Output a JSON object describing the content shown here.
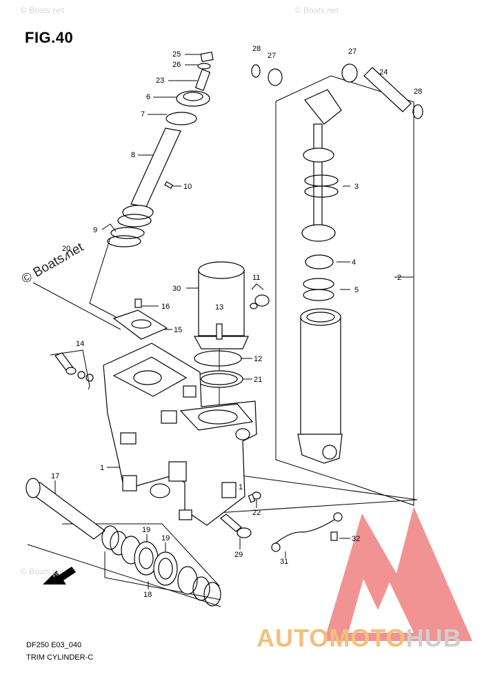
{
  "figure_title": "FIG.40",
  "caption_line1": "DF250 E03_040",
  "caption_line2": "TRIM CYLINDER-C",
  "watermark_small": "© Boats.net",
  "watermark_main": "© Boats.net",
  "brand_part1": "AUTOMOTO",
  "brand_part2": "HUB",
  "fwd_label": "FWD",
  "brand_colors": {
    "triangle": "#f08080",
    "text_warm": "#f2c07a",
    "text_gray": "#cfcfcf"
  },
  "labels": {
    "l1": "1",
    "l2": "2",
    "l3": "3",
    "l4": "4",
    "l5": "5",
    "l6": "6",
    "l7": "7",
    "l8": "8",
    "l9": "9",
    "l10": "10",
    "l11": "11",
    "l12": "12",
    "l13": "13",
    "l14": "14",
    "l15": "15",
    "l16": "16",
    "l17": "17",
    "l18": "18",
    "l19a": "19",
    "l19b": "19",
    "l20": "20",
    "l21": "21",
    "l22": "22",
    "l23": "23",
    "l24": "24",
    "l25": "25",
    "l26": "26",
    "l27a": "27",
    "l27b": "27",
    "l28a": "28",
    "l28b": "28",
    "l29": "29",
    "l30": "30",
    "l31": "31",
    "l32": "32",
    "l1b": "1"
  }
}
